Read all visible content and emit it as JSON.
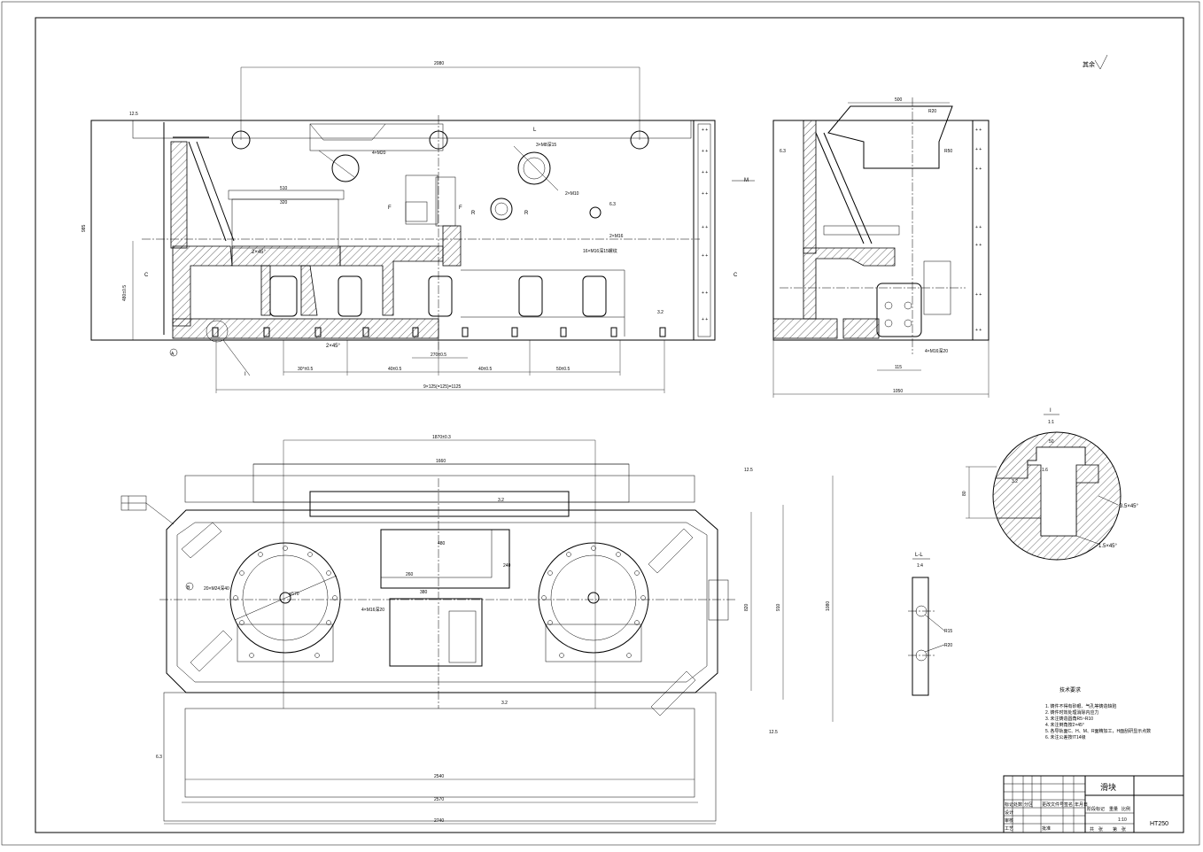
{
  "drawing": {
    "part_name": "滑块",
    "material": "HT250",
    "roughness_note": "其余",
    "notes_title": "技术要求",
    "notes": [
      "1. 铸件不得有砂眼、气孔等铸造缺陷",
      "2. 铸件时效处理消除内应力",
      "3. 未注铸造圆角R5~R10",
      "4. 未注倒角按2×45°",
      "5. 各导轨面C、H、M、R面精加工，H面刮研显示点数",
      "6. 未注公差按IT14级"
    ]
  },
  "section_labels": {
    "section_c": "C",
    "section_f": "F",
    "section_r": "R",
    "section_l": "L",
    "section_m": "M",
    "detail_i": "I",
    "detail_scale": "1:1",
    "view_ll": "L-L",
    "view_ll_scale": "1:4",
    "datum_a": "A",
    "datum_b": "B"
  },
  "dimensions": {
    "front_top": "2080",
    "front_bottom": "9×125(=125)=1125",
    "front_segments": [
      "30°±0.5",
      "40±0.5",
      "40±0.5",
      "50±0.5"
    ],
    "front_mid": "270±0.5",
    "front_left_height": "480±0.5",
    "front_overall_height": "985",
    "front_width_510": "510",
    "front_width_320": "320",
    "front_chamfer_1": "2×45°",
    "front_chamfer_2": "2×45°",
    "hole_4x_m20": "4×M20",
    "hole_3x_m8": "3×M8深15",
    "hole_2x_m10": "2×M10",
    "hole_2x_m16": "2×M16",
    "hole_16x": "16×M16深15螺纹",
    "side_top": "500",
    "side_bottom": "1050",
    "side_width_115": "115",
    "side_hole_4x": "4×M16深20",
    "side_r20": "R20",
    "side_r50": "R50",
    "plan_overall_top": "1870±0.3",
    "plan_inner_top": "1660",
    "plan_bottom_1": "2540",
    "plan_bottom_2": "2570",
    "plan_bottom_3": "2740",
    "plan_height_1": "1080",
    "plan_height_2": "820",
    "plan_height_3": "910",
    "plan_pcd": "φ570",
    "plan_holes": "20×M24深40",
    "plan_slot": "4×M16深20",
    "plan_window_1": "480",
    "plan_window_2": "240",
    "plan_window_3": "380",
    "plan_window_4": "260",
    "detail_chamfer_1": "3.5×45°",
    "detail_chamfer_2": "1.5×45°",
    "detail_height": "80",
    "detail_width": "50",
    "ll_r1": "R15",
    "ll_r2": "R20"
  },
  "roughness": {
    "ra_12_5": "12.5",
    "ra_6_3": "6.3",
    "ra_3_2": "3.2",
    "ra_1_6": "1.6"
  },
  "title_block": {
    "headers": [
      "标记",
      "处数",
      "分区",
      "更改文件号",
      "签名",
      "年月日"
    ],
    "rows": [
      "设计",
      "审核",
      "工艺",
      "批准"
    ],
    "stage_headers": [
      "阶段标记",
      "重量",
      "比例"
    ],
    "scale_value": "1:10",
    "sheet_info": [
      "共",
      "张",
      "第",
      "张"
    ]
  }
}
